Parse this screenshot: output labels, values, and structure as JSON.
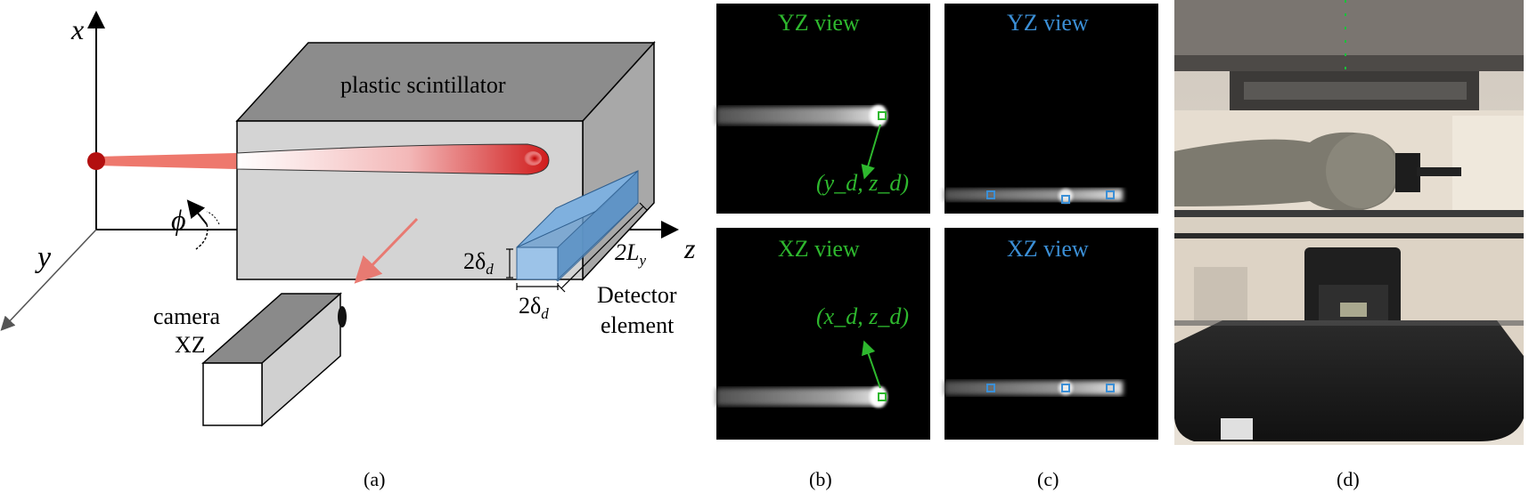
{
  "panel_a": {
    "axis_x": "x",
    "axis_y": "y",
    "axis_z": "z",
    "phi": "ϕ",
    "scintillator_label": "plastic scintillator",
    "camera_line1": "camera",
    "camera_line2": "XZ",
    "delta_vertical": "2δ",
    "delta_vertical_sub": "d",
    "delta_horizontal": "2δ",
    "delta_horizontal_sub": "d",
    "length_label": "2L",
    "length_sub": "y",
    "detector_line1": "Detector",
    "detector_line2": "element"
  },
  "panel_b": {
    "top_title": "YZ view",
    "top_annotation": "(y_d, z_d)",
    "bottom_title": "XZ view",
    "bottom_annotation": "(x_d, z_d)"
  },
  "panel_c": {
    "top_title": "YZ view",
    "bottom_title": "XZ view"
  },
  "captions": [
    "(a)",
    "(b)",
    "(c)",
    "(d)"
  ],
  "colors": {
    "beam": "#d9534f",
    "beam_origin": "#b22222",
    "detector": "#6a9fd1",
    "green_label": "#2eb82e",
    "blue_label": "#3b8fd6",
    "box_top": "#8c8c8c",
    "box_front": "#d4d4d4",
    "box_side": "#a8a8a8"
  }
}
